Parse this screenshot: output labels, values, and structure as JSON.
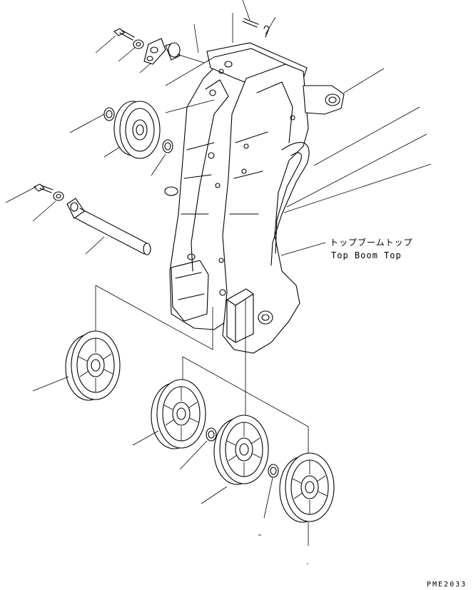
{
  "callout": {
    "label_jp": "トップブームトップ",
    "label_en": "Top Boom Top"
  },
  "drawing_code": "PME2033",
  "parts": [
    {
      "name": "top-boom-top-frame"
    },
    {
      "name": "bolt"
    },
    {
      "name": "washer"
    },
    {
      "name": "pin-plate"
    },
    {
      "name": "ring"
    },
    {
      "name": "upper-sheave"
    },
    {
      "name": "long-pin"
    },
    {
      "name": "sheave"
    }
  ]
}
